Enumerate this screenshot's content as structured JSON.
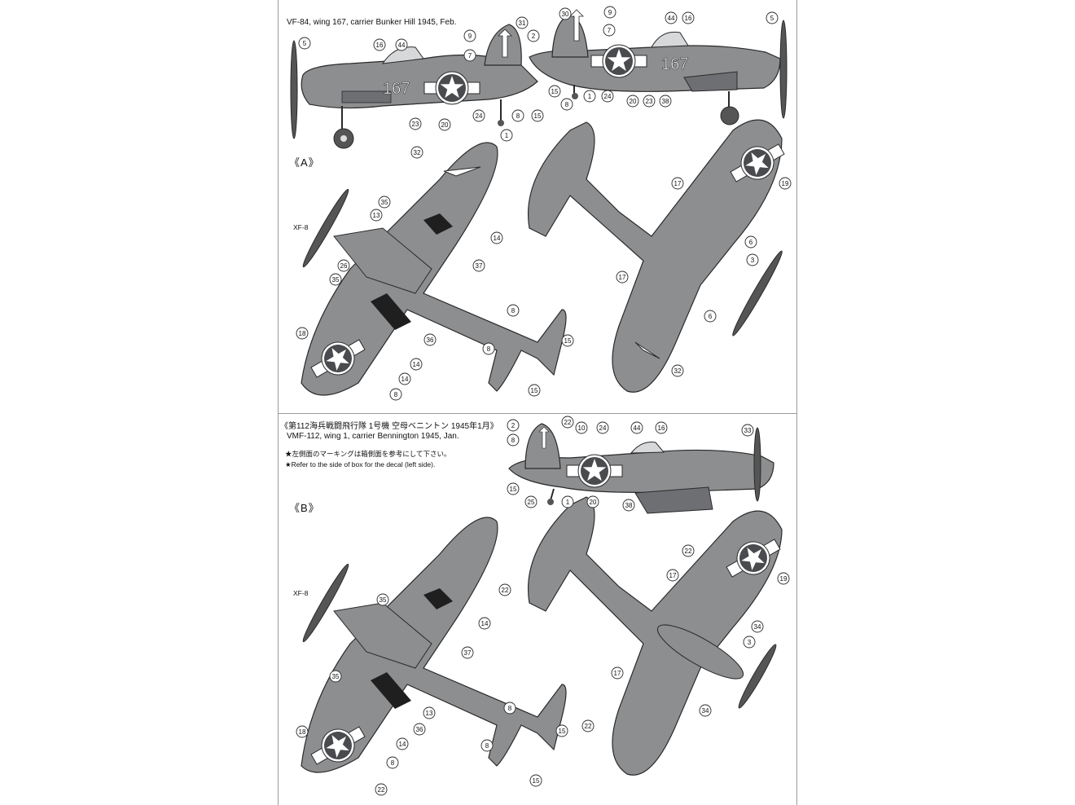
{
  "sections": [
    {
      "id": "A",
      "marker": "《A》",
      "caption": "VF-84, wing 167, carrier Bunker Hill 1945, Feb.",
      "fuselage_code": "167",
      "drop_tank": "XF-8",
      "callouts_left_profile": [
        "5",
        "16",
        "44",
        "9",
        "7",
        "31",
        "2",
        "23",
        "20",
        "24",
        "1",
        "8",
        "15"
      ],
      "callouts_right_profile": [
        "30",
        "9",
        "7",
        "44",
        "16",
        "5",
        "15",
        "8",
        "1",
        "24",
        "20",
        "23",
        "38"
      ],
      "callouts_top_view": [
        "32",
        "35",
        "13",
        "14",
        "37",
        "26",
        "35",
        "18",
        "36",
        "14",
        "14",
        "8",
        "8",
        "8",
        "15",
        "15"
      ],
      "callouts_bottom_view": [
        "17",
        "19",
        "6",
        "3",
        "17",
        "6",
        "32"
      ]
    },
    {
      "id": "B",
      "marker": "《B》",
      "caption_jp": "《第112海兵戦闘飛行隊 1号機 空母ベニントン 1945年1月》",
      "caption": "VMF-112, wing 1, carrier Bennington 1945, Jan.",
      "note_jp": "★左側面のマーキングは箱側面を参考にして下さい。",
      "note_en": "★Refer to the side of box for the decal (left side).",
      "drop_tank": "XF-8",
      "callouts_profile": [
        "22",
        "10",
        "24",
        "44",
        "16",
        "33",
        "2",
        "8",
        "15",
        "25",
        "1",
        "20",
        "38"
      ],
      "callouts_top_view": [
        "22",
        "35",
        "14",
        "37",
        "35",
        "13",
        "18",
        "36",
        "14",
        "8",
        "22",
        "8",
        "8",
        "15",
        "15"
      ],
      "callouts_bottom_view": [
        "22",
        "19",
        "17",
        "34",
        "3",
        "17",
        "34",
        "22"
      ]
    }
  ],
  "colors": {
    "aircraft_fill": "#8d8e90",
    "aircraft_dark": "#6e6f72",
    "insignia_fill": "#ffffff",
    "stripe": "#1f1f1f",
    "outline": "#2a2a2a"
  }
}
